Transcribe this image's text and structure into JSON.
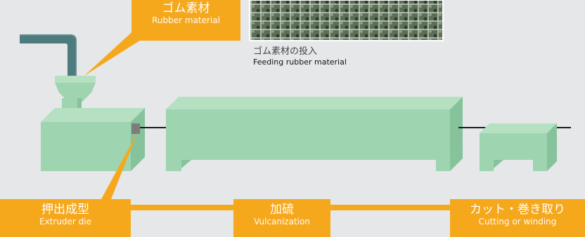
{
  "labels": {
    "rubber_material": {
      "ja": "ゴム素材",
      "en": "Rubber material"
    },
    "extruder_die": {
      "ja": "押出成型",
      "en": "Extruder die"
    },
    "vulcanization": {
      "ja": "加硫",
      "en": "Vulcanization"
    },
    "cutting": {
      "ja": "カット・巻き取り",
      "en": "Cutting or winding"
    }
  },
  "photo_caption": {
    "ja": "ゴム素材の投入",
    "en": "Feeding rubber material"
  },
  "colors": {
    "background": "#e6e7e8",
    "machine_front": "#9ed4b0",
    "machine_top": "#b6e0c2",
    "machine_side": "#86c39b",
    "accent": "#f6a81c",
    "pipe": "#4e7c7e"
  }
}
